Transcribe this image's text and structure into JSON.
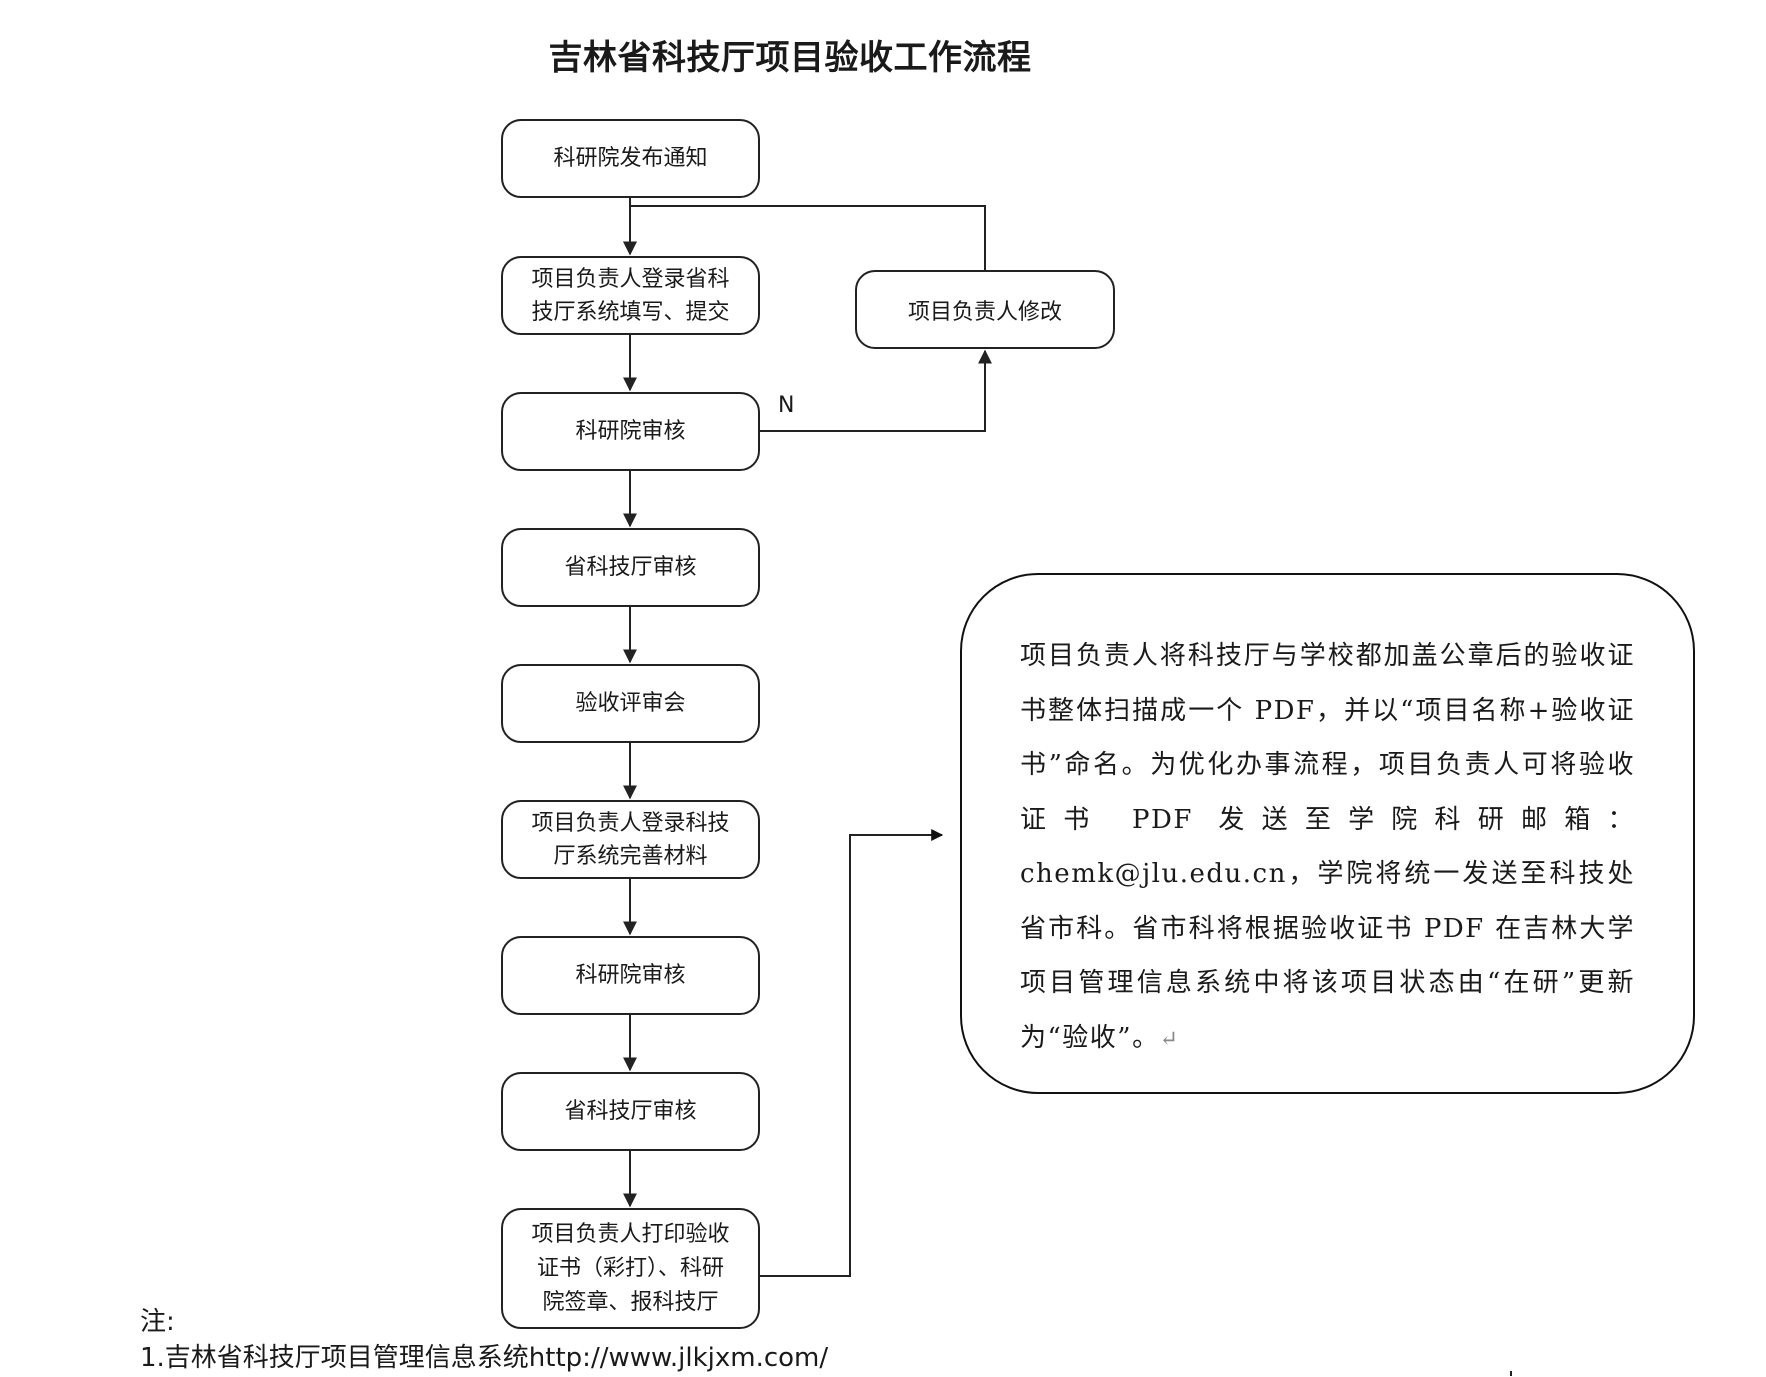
{
  "title": "吉林省科技厅项目验收工作流程",
  "flow": {
    "steps": [
      {
        "lines": [
          "科研院发布通知"
        ]
      },
      {
        "lines": [
          "项目负责人登录省科",
          "技厅系统填写、提交"
        ]
      },
      {
        "lines": [
          "科研院审核"
        ]
      },
      {
        "lines": [
          "省科技厅审核"
        ]
      },
      {
        "lines": [
          "验收评审会"
        ]
      },
      {
        "lines": [
          "项目负责人登录科技",
          "厅系统完善材料"
        ]
      },
      {
        "lines": [
          "科研院审核"
        ]
      },
      {
        "lines": [
          "省科技厅审核"
        ]
      },
      {
        "lines": [
          "项目负责人打印验收",
          "证书（彩打）、科研",
          "院签章、报科技厅"
        ]
      }
    ],
    "side_step": "项目负责人修改",
    "reject_label": "N"
  },
  "note_box": {
    "text": "项目负责人将科技厅与学校都加盖公章后的验收证书整体扫描成一个 PDF，并以“项目名称+验收证书”命名。为优化办事流程，项目负责人可将验收证书 PDF 发送至学院科研邮箱：chemk@jlu.edu.cn，学院将统一发送至科技处省市科。省市科将根据验收证书 PDF 在吉林大学项目管理信息系统中将该项目状态由“在研”更新为“验收”。",
    "return_mark": "↵"
  },
  "footnote": {
    "heading": "注:",
    "line1": "1.吉林省科技厅项目管理信息系统http://www.jlkjxm.com/"
  }
}
